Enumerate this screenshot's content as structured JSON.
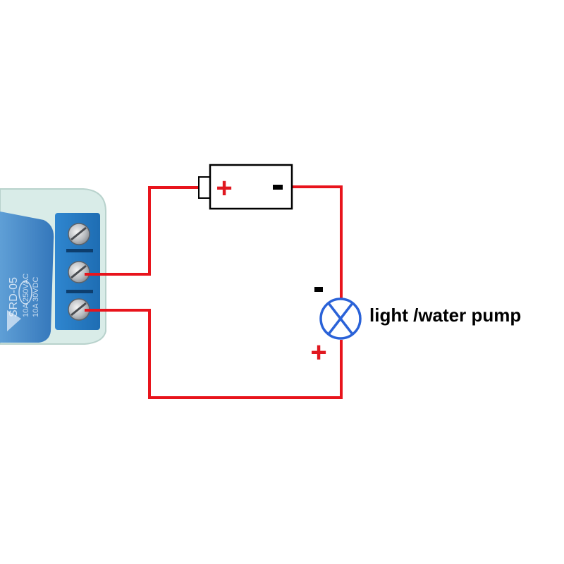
{
  "relay": {
    "model_text": "SRD-05",
    "rating_text_1": "10A 250VAC",
    "rating_text_2": "10A 30VDC",
    "cert_text": "CQC"
  },
  "battery": {
    "positive_sign": "+",
    "negative_sign": "-"
  },
  "load": {
    "label": "light /water pump",
    "negative_sign": "-",
    "positive_sign": "+"
  },
  "colors": {
    "wire": "#e8141c",
    "relay_blue": "#2a7fc4",
    "relay_body": "#3d86c6",
    "lamp_blue": "#2a62d8",
    "plus_red": "#e01820",
    "minus_black": "#000000"
  }
}
